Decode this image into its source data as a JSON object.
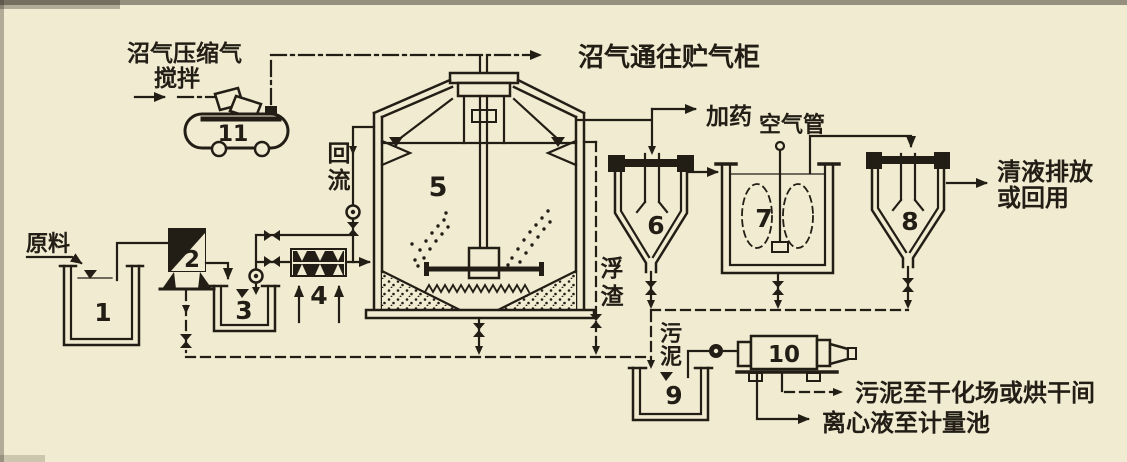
{
  "colors": {
    "paper": "#f1ebd1",
    "ink": "#221e16"
  },
  "diagram": {
    "labels": {
      "raw_material": "原料",
      "biogas_compressed_gas": "沼气压缩气",
      "stirring": "搅拌",
      "biogas_to_gas_holder": "沼气通往贮气柜",
      "reflux_chars": [
        "回",
        "流"
      ],
      "dosing": "加药",
      "air_pipe": "空气管",
      "effluent_discharge": "清液排放",
      "or_reuse": "或回用",
      "scum_chars": [
        "浮",
        "渣"
      ],
      "sludge_chars": [
        "污",
        "泥"
      ],
      "sludge_to_drying": "污泥至干化场或烘干间",
      "centrate_to_metering": "离心液至计量池"
    },
    "numbers": {
      "n1": "1",
      "n2": "2",
      "n3": "3",
      "n4": "4",
      "n5": "5",
      "n6": "6",
      "n7": "7",
      "n8": "8",
      "n9": "9",
      "n10": "10",
      "n11": "11"
    }
  }
}
